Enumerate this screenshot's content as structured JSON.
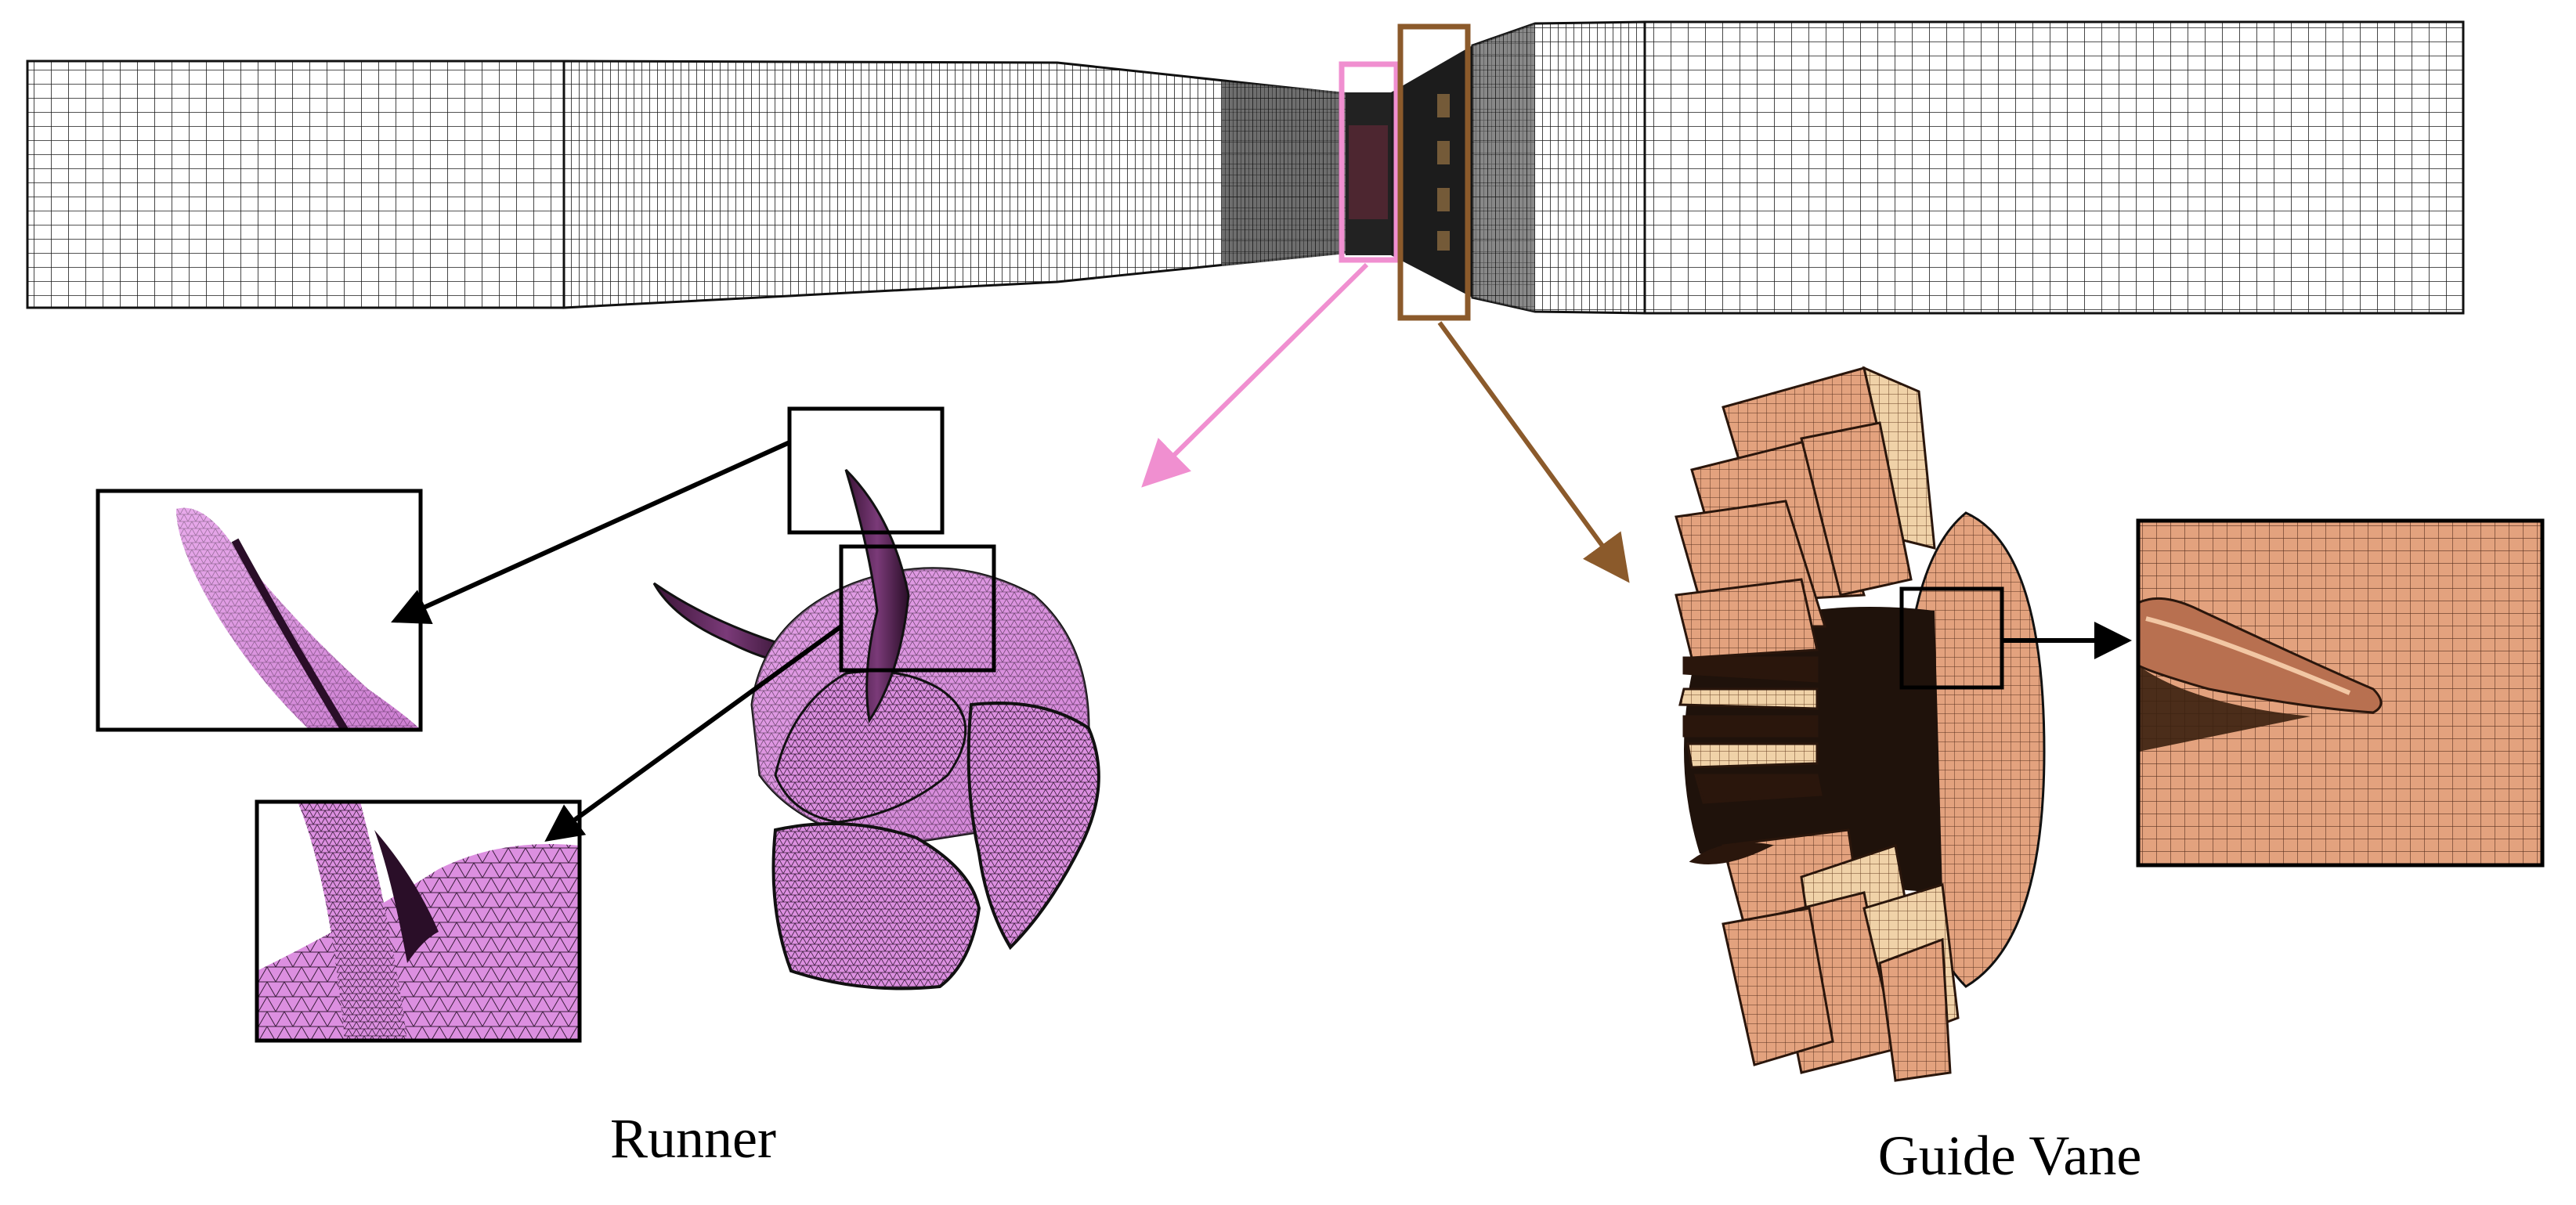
{
  "labels": {
    "runner": "Runner",
    "guide_vane": "Guide Vane"
  },
  "colors": {
    "mesh_line": "#1a1a1a",
    "runner_fill": "#dc8fe0",
    "runner_highlight": "#f0b8f2",
    "guide_vane_fill": "#e3a27e",
    "guide_vane_light": "#f0d2a8",
    "guide_vane_dark": "#5a3220",
    "runner_marker": "#f08fd0",
    "guide_vane_marker": "#8b5a2b",
    "callout_frame": "#000000"
  },
  "icons": {
    "runner_arrow": "pink-arrow",
    "guide_vane_arrow": "brown-arrow",
    "callout_arrow": "black-arrow"
  }
}
